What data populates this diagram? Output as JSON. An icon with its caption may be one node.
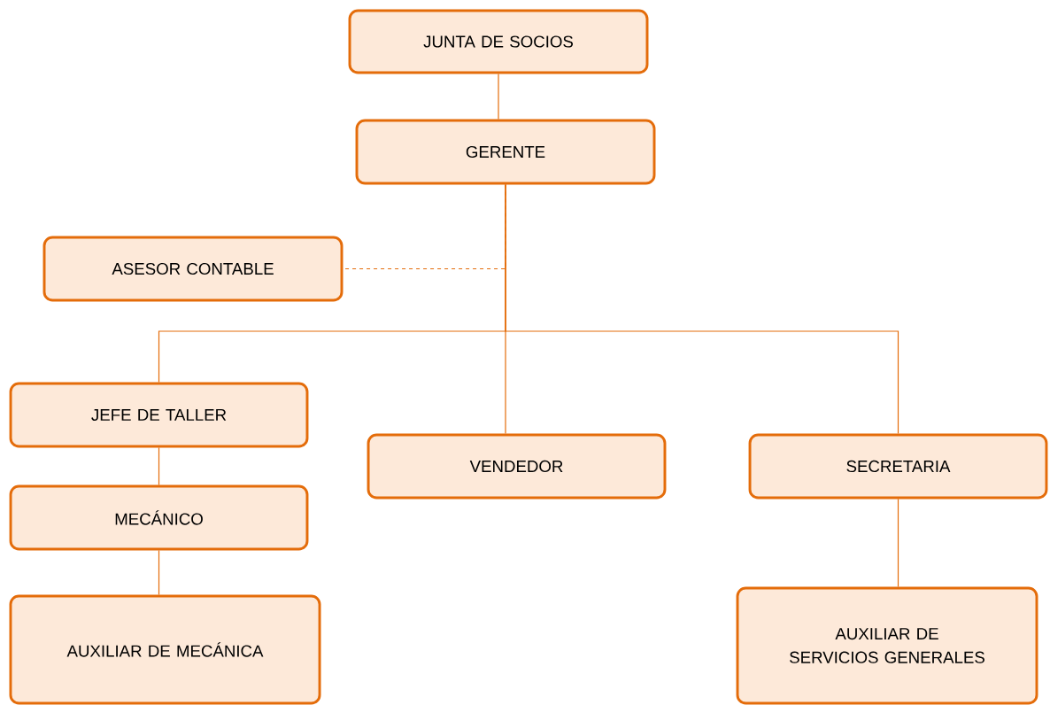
{
  "diagram": {
    "nodes": [
      {
        "text": [
          "JUNTA DE SOCIOS"
        ]
      },
      {
        "text": [
          "GERENTE"
        ]
      },
      {
        "text": [
          "ASESOR CONTABLE"
        ]
      },
      {
        "text": [
          "JEFE DE TALLER"
        ]
      },
      {
        "text": [
          "VENDEDOR"
        ]
      },
      {
        "text": [
          "SECRETARIA"
        ]
      },
      {
        "text": [
          "MECÁNICO"
        ]
      },
      {
        "text": [
          "AUXILIAR DE MECÁNICA"
        ]
      },
      {
        "text": [
          "AUXILIAR DE SERVICIOS GENERALES"
        ]
      }
    ],
    "edges": [
      {
        "from": 0,
        "to": 1,
        "arrow": "none"
      },
      {
        "from": 1,
        "to": 2,
        "arrow": "none",
        "style": "dashed"
      },
      {
        "from": 1,
        "to": 3,
        "arrow": "none"
      },
      {
        "from": 1,
        "to": 4,
        "arrow": "none"
      },
      {
        "from": 1,
        "to": 5,
        "arrow": "none"
      },
      {
        "from": 3,
        "to": 6,
        "arrow": "none"
      },
      {
        "from": 6,
        "to": 7,
        "arrow": "none"
      },
      {
        "from": 5,
        "to": 8,
        "arrow": "none"
      }
    ]
  }
}
